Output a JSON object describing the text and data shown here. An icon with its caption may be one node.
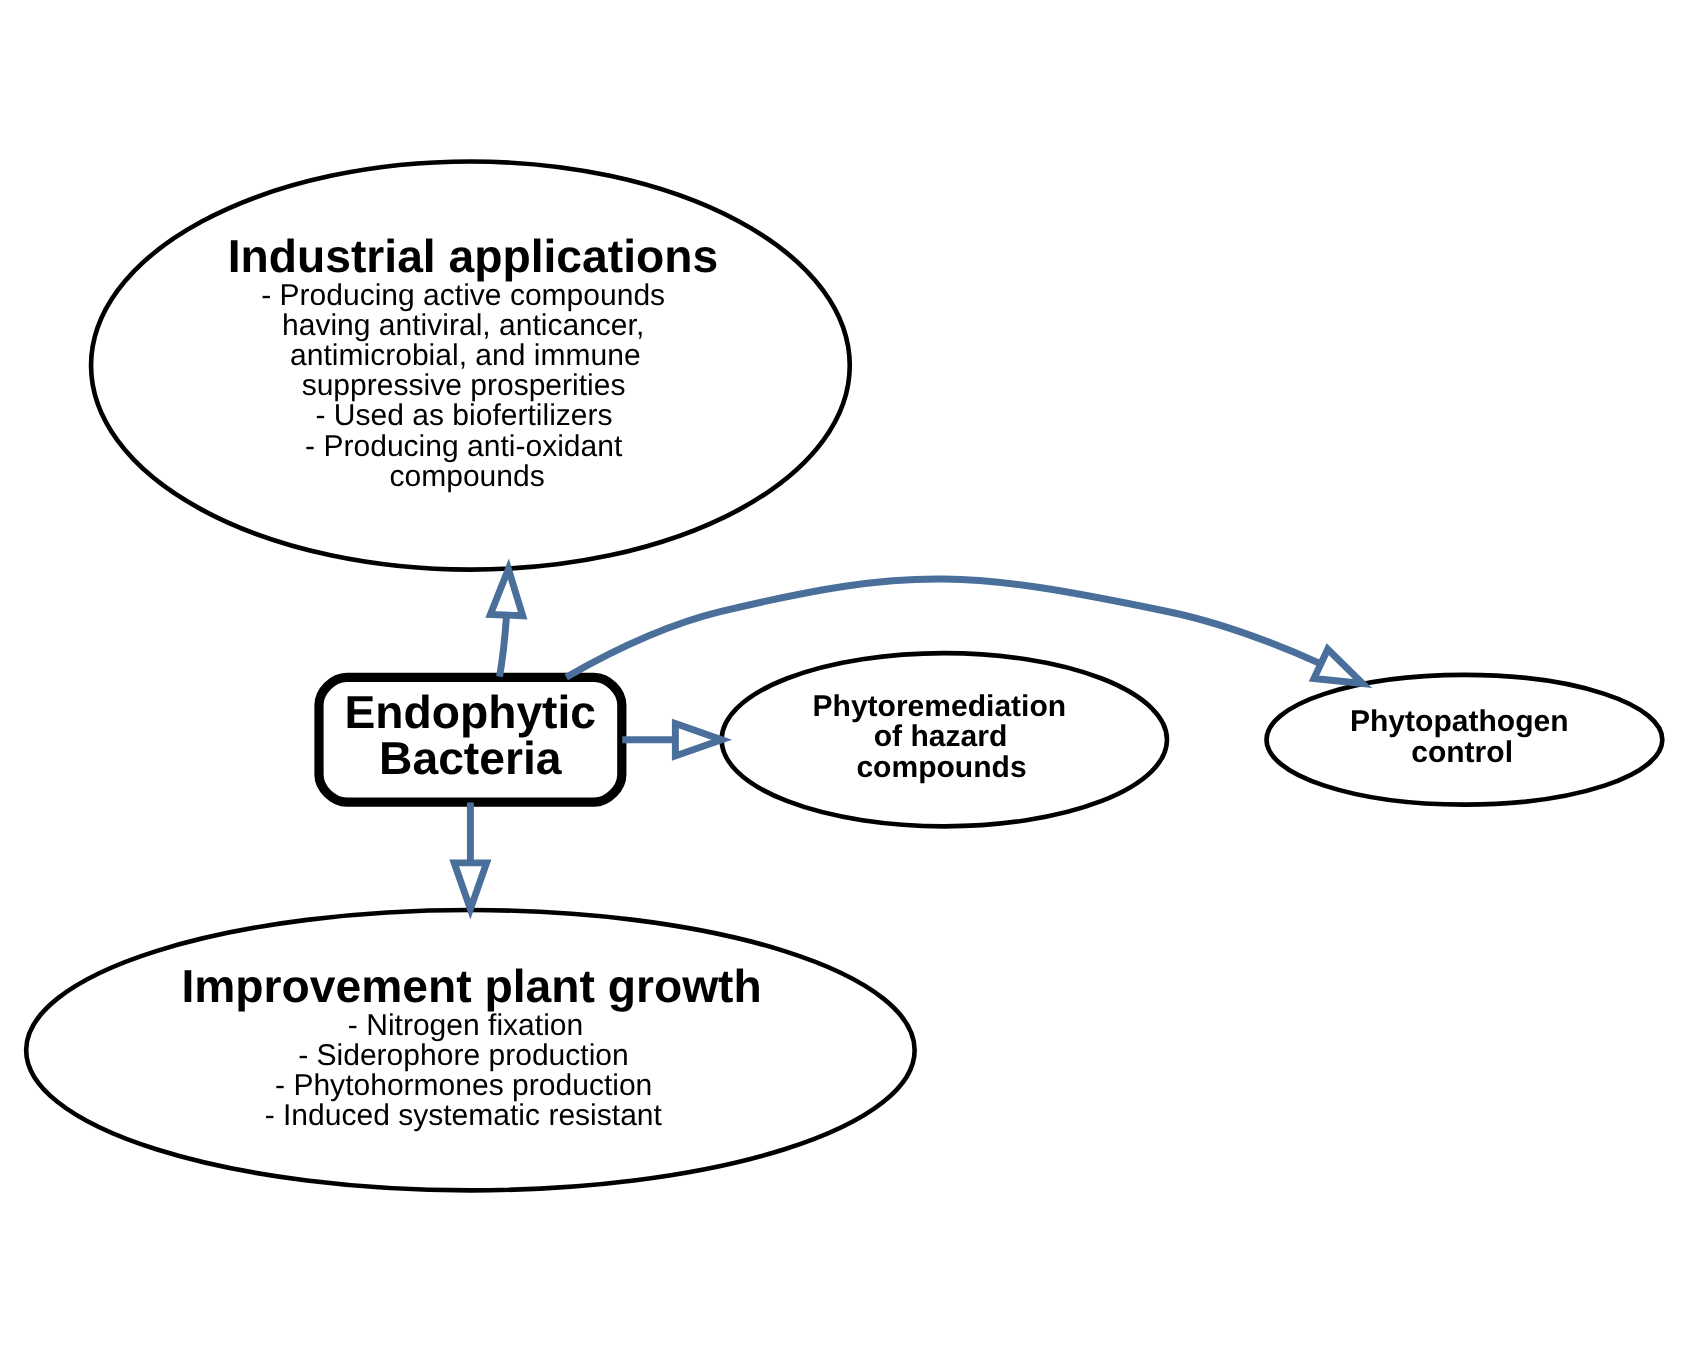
{
  "diagram": {
    "nodes": [
      {
        "text": [
          "Industrial applications",
          "- Producing active compounds having antiviral, anticancer, antimicrobial, and immune suppressive prosperities",
          "- Used as biofertilizers",
          "- Producing anti-oxidant compounds"
        ]
      },
      {
        "text": [
          "Phytopathogen control"
        ]
      },
      {
        "text": [
          "Endophytic Bacteria"
        ]
      },
      {
        "text": [
          "Phytoremediation of hazard compounds"
        ]
      },
      {
        "text": [
          "Improvement plant growth",
          "- Nitrogen fixation",
          "- Siderophore production",
          "- Phytohormones production",
          "- Induced systematic resistant"
        ]
      }
    ],
    "edges": [
      {
        "from": 2,
        "to": 0,
        "arrow": "to"
      },
      {
        "from": 2,
        "to": 1,
        "arrow": "to"
      },
      {
        "from": 2,
        "to": 3,
        "arrow": "to"
      },
      {
        "from": 2,
        "to": 4,
        "arrow": "to"
      }
    ]
  }
}
